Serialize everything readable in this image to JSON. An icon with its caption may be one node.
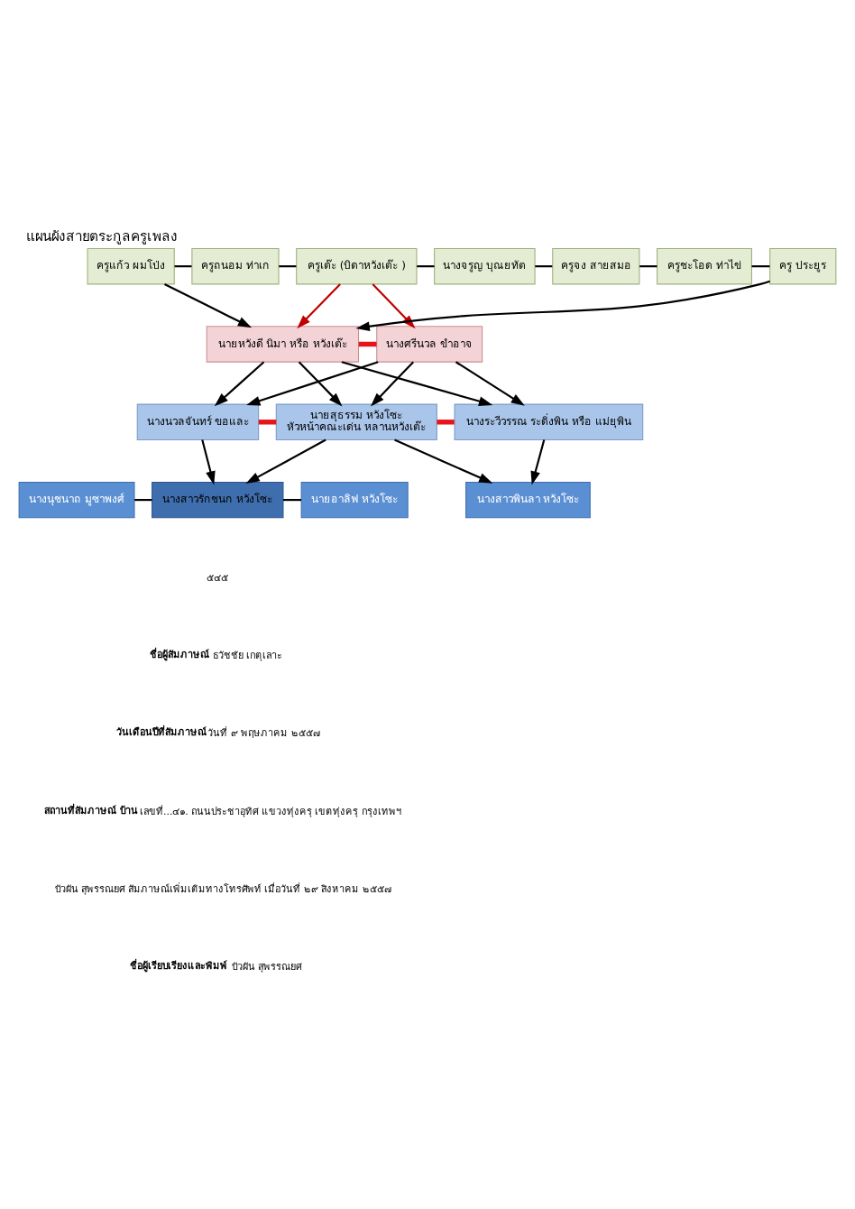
{
  "diagram": {
    "title": "แผนผังสายตระกูลครูเพลง",
    "nodes": [
      {
        "text": [
          "ครูแก้ว ผมโป่ง"
        ]
      },
      {
        "text": [
          "ครูถนอม ท่าเก"
        ]
      },
      {
        "text": [
          "ครูเต๊ะ (บิดาหวังเต๊ะ )"
        ]
      },
      {
        "text": [
          "นางจรูญ บุณยทัต"
        ]
      },
      {
        "text": [
          "ครูจง สายสมอ"
        ]
      },
      {
        "text": [
          "ครูชะโอด ท่าไข่"
        ]
      },
      {
        "text": [
          "ครู ประยูร"
        ]
      },
      {
        "text": [
          "นายหวังดี นิมา หรือ หวังเต๊ะ"
        ]
      },
      {
        "text": [
          "นางศรีนวล ขำอาจ"
        ]
      },
      {
        "text": [
          "นางนวลจันทร์ ขอและ"
        ]
      },
      {
        "text": [
          "นายสุธรรม หวังโซะ",
          "หัวหน้าคณะเด่น หลานหวังเต๊ะ"
        ]
      },
      {
        "text": [
          "นางระวีวรรณ ระดิ่งพิน หรือ แม่ยุพิน"
        ]
      },
      {
        "text": [
          "นางนุชนาถ มูซาพงศ์"
        ]
      },
      {
        "text": [
          "นางสาวรักชนก หวังโซะ"
        ]
      },
      {
        "text": [
          "นายอาลิฟ หวังโซะ"
        ]
      },
      {
        "text": [
          "นางสาวพินลา หวังโซะ"
        ]
      }
    ],
    "edges": [
      {
        "from": 0,
        "to": 1,
        "arrow": "none"
      },
      {
        "from": 1,
        "to": 2,
        "arrow": "none"
      },
      {
        "from": 2,
        "to": 3,
        "arrow": "none"
      },
      {
        "from": 3,
        "to": 4,
        "arrow": "none"
      },
      {
        "from": 4,
        "to": 5,
        "arrow": "none"
      },
      {
        "from": 5,
        "to": 6,
        "arrow": "none"
      },
      {
        "from": 0,
        "to": 7,
        "arrow": "to"
      },
      {
        "from": 6,
        "to": 7,
        "arrow": "to"
      },
      {
        "from": 2,
        "to": 7,
        "arrow": "to",
        "color": "#c00000"
      },
      {
        "from": 2,
        "to": 8,
        "arrow": "to",
        "color": "#c00000"
      },
      {
        "from": 7,
        "to": 8,
        "arrow": "none",
        "style": "thick",
        "color": "#e8141c"
      },
      {
        "from": 7,
        "to": 9,
        "arrow": "to"
      },
      {
        "from": 7,
        "to": 10,
        "arrow": "to"
      },
      {
        "from": 7,
        "to": 11,
        "arrow": "to"
      },
      {
        "from": 8,
        "to": 9,
        "arrow": "to"
      },
      {
        "from": 8,
        "to": 10,
        "arrow": "to"
      },
      {
        "from": 8,
        "to": 11,
        "arrow": "to"
      },
      {
        "from": 9,
        "to": 10,
        "arrow": "none",
        "style": "thick",
        "color": "#e8141c"
      },
      {
        "from": 10,
        "to": 11,
        "arrow": "none",
        "style": "thick",
        "color": "#e8141c"
      },
      {
        "from": 9,
        "to": 13,
        "arrow": "to"
      },
      {
        "from": 10,
        "to": 13,
        "arrow": "to"
      },
      {
        "from": 10,
        "to": 15,
        "arrow": "to"
      },
      {
        "from": 11,
        "to": 15,
        "arrow": "to"
      },
      {
        "from": 12,
        "to": 13,
        "arrow": "none"
      },
      {
        "from": 13,
        "to": 14,
        "arrow": "none"
      }
    ],
    "labels": [
      "๕๔๕",
      "**ชื่อผู้สัมภาษณ์** ธวัชชัย เกตุเลาะ",
      "**วันเดือนปีที่สัมภาษณ์** วันที่ ๙ พฤษภาคม ๒๕๕๗",
      "**สถานที่สัมภาษณ์ บ้าน**เลขที่...๔๑. ถนนประชาอุทิศ แขวงทุ่งครุ เขตทุ่งครุ กรุงเทพฯ",
      "บัวผัน สุพรรณยศ สัมภาษณ์เพิ่มเติมทางโทรศัพท์ เมื่อวันที่ ๒๙ สิงหาคม ๒๕๕๗",
      "**ชื่อผู้เรียบเรียงและพิมพ์** บัวผัน สุพรรณยศ"
    ]
  }
}
